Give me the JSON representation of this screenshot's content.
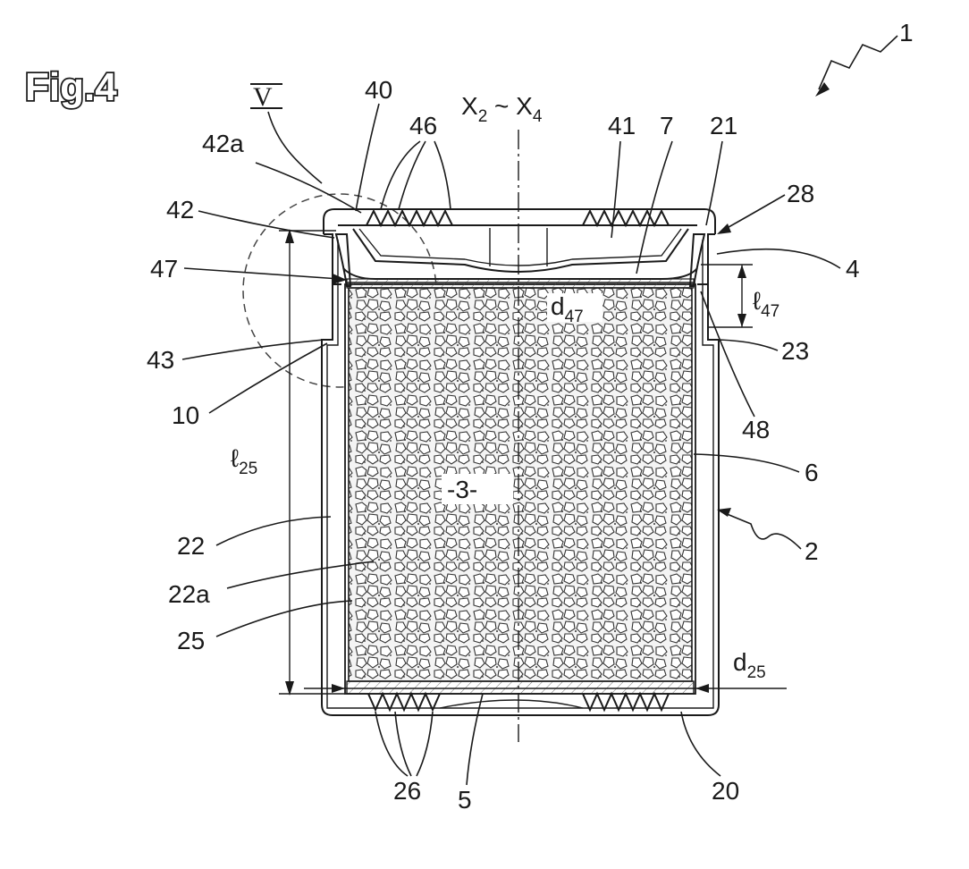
{
  "figure_title": "Fig.4",
  "section_marker": "V",
  "axis_label": {
    "main": "X",
    "s1": "2",
    "mid": " ~ X",
    "s2": "4"
  },
  "labels": {
    "l1": "1",
    "l2": "2",
    "l3": "-3-",
    "l4": "4",
    "l5": "5",
    "l6": "6",
    "l7": "7",
    "l10": "10",
    "l20": "20",
    "l21": "21",
    "l22": "22",
    "l22a": "22a",
    "l23": "23",
    "l25": "25",
    "l26": "26",
    "l28": "28",
    "l40": "40",
    "l41": "41",
    "l42": "42",
    "l42a": "42a",
    "l43": "43",
    "l46": "46",
    "l47": "47",
    "l48": "48"
  },
  "dimensions": {
    "d25": {
      "main": "d",
      "sub": "25"
    },
    "d47": {
      "main": "d",
      "sub": "47"
    },
    "ell25": {
      "main": "ℓ",
      "sub": "25"
    },
    "ell47": {
      "main": "ℓ",
      "sub": "47"
    }
  },
  "colors": {
    "line": "#1a1a1a",
    "background": "#ffffff",
    "granules": "#f2f2f2"
  }
}
